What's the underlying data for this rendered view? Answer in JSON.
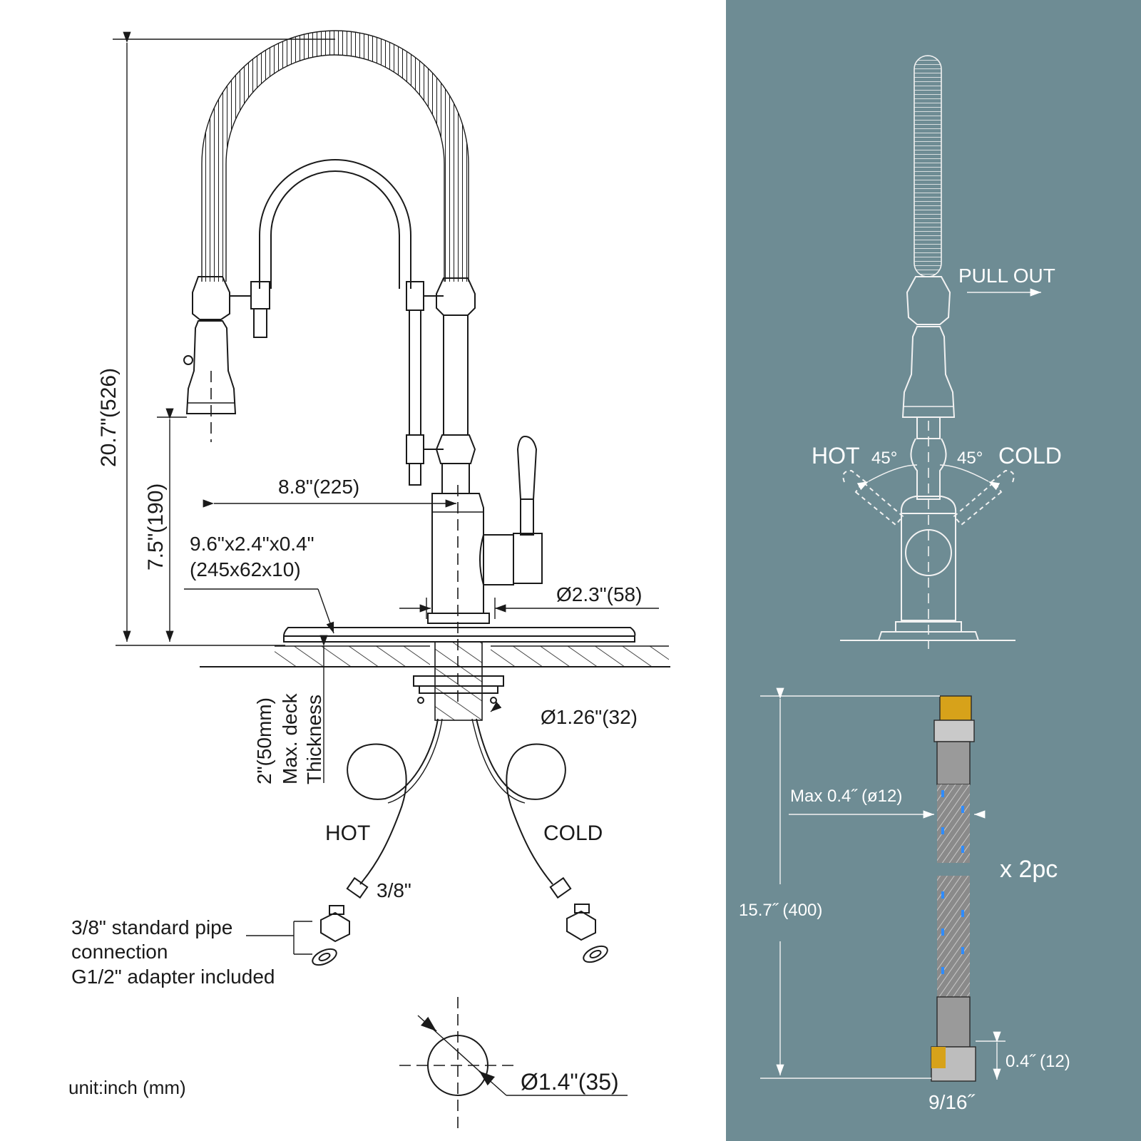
{
  "colors": {
    "panel_bg": "#6e8c94",
    "line": "#1a1a1a",
    "panel_line": "#f2f2f2",
    "accent_blue": "#2f8cff",
    "brass": "#d7a21a"
  },
  "left": {
    "height_total": "20.7\"(526)",
    "spout_height": "7.5\"(190)",
    "reach": "8.8\"(225)",
    "deck_plate_line1": "9.6\"x2.4\"x0.4\"",
    "deck_plate_line2": "(245x62x10)",
    "base_diameter": "Ø2.3\"(58)",
    "shank_diameter": "Ø1.26\"(32)",
    "deck_thickness_1": "2\"(50mm)",
    "deck_thickness_2": "Max. deck",
    "deck_thickness_3": "Thickness",
    "hot": "HOT",
    "cold": "COLD",
    "hose_size": "3/8\"",
    "pipe_note_1": "3/8\" standard pipe",
    "pipe_note_2": "connection",
    "pipe_note_3": "G1/2\" adapter included",
    "hole_diameter": "Ø1.4\"(35)",
    "unit": "unit:inch (mm)"
  },
  "right": {
    "pull_out": "PULL OUT",
    "hot": "HOT",
    "cold": "COLD",
    "angle_hot": "45°",
    "angle_cold": "45°",
    "hose_dia": "Max 0.4˝ (ø12)",
    "quantity": "x 2pc",
    "hose_length": "15.7˝ (400)",
    "nut_height": "0.4˝ (12)",
    "nut_thread": "9/16˝"
  }
}
